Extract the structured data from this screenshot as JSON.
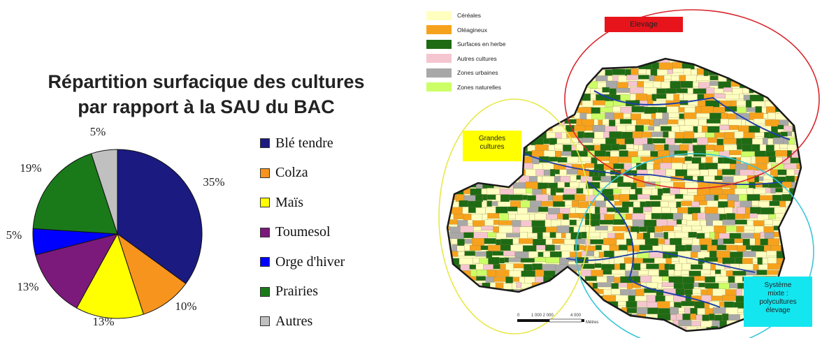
{
  "chart_data": {
    "type": "pie",
    "title": "Répartition surfacique des cultures par rapport à la SAU du BAC",
    "title_lines": [
      "Répartition surfacique des cultures",
      "par rapport à la SAU du BAC"
    ],
    "slices": [
      {
        "label": "Blé tendre",
        "value": 35,
        "display": "35%",
        "color": "#1a1a80"
      },
      {
        "label": "Colza",
        "value": 10,
        "display": "10%",
        "color": "#f7941d"
      },
      {
        "label": "Maïs",
        "value": 13,
        "display": "13%",
        "color": "#ffff00"
      },
      {
        "label": "Toumesol",
        "value": 13,
        "display": "13%",
        "color": "#7b1a7b"
      },
      {
        "label": "Orge d'hiver",
        "value": 5,
        "display": "5%",
        "color": "#0000ff"
      },
      {
        "label": "Prairies",
        "value": 19,
        "display": "19%",
        "color": "#1a7a1a"
      },
      {
        "label": "Autres",
        "value": 5,
        "display": "5%",
        "color": "#c0c0c0"
      }
    ],
    "legend_position": "right",
    "grid": false
  },
  "map": {
    "legend": [
      {
        "label": "Céréales",
        "color": "#ffffc0"
      },
      {
        "label": "Oléagineux",
        "color": "#f7a21c"
      },
      {
        "label": "Surfaces en herbe",
        "color": "#1e6b14"
      },
      {
        "label": "Autres cultures",
        "color": "#f5c6cf"
      },
      {
        "label": "Zones urbaines",
        "color": "#a8a8a8"
      },
      {
        "label": "Zones naturelles",
        "color": "#ccff66"
      }
    ],
    "zones": {
      "elevage": "Elevage",
      "grandes_cultures": [
        "Grandes",
        "cultures"
      ],
      "mixte": [
        "Système",
        "mixte :",
        "polycultures",
        "élevage"
      ]
    },
    "zone_colors": {
      "elevage": "#e8141b",
      "grandes_cultures": "#ffff00",
      "mixte": "#14e6f0"
    },
    "scale": {
      "ticks": [
        "0",
        "1 000 2 000",
        "4 000"
      ],
      "unit": "Mètres"
    }
  }
}
